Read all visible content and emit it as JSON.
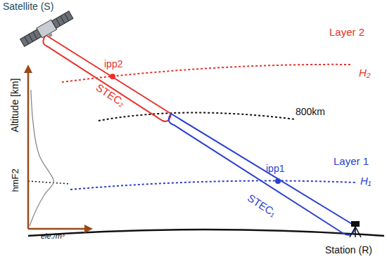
{
  "diagram": {
    "labels": [
      "Satellite (S)",
      "ipp2",
      "Layer 2",
      "H₂",
      "STEC₂",
      "800km",
      "Altitude [km]",
      "hmF2",
      "Layer 1",
      "ipp1",
      "H₁",
      "STEC₁",
      "ele./m³",
      "Station (R)"
    ]
  }
}
